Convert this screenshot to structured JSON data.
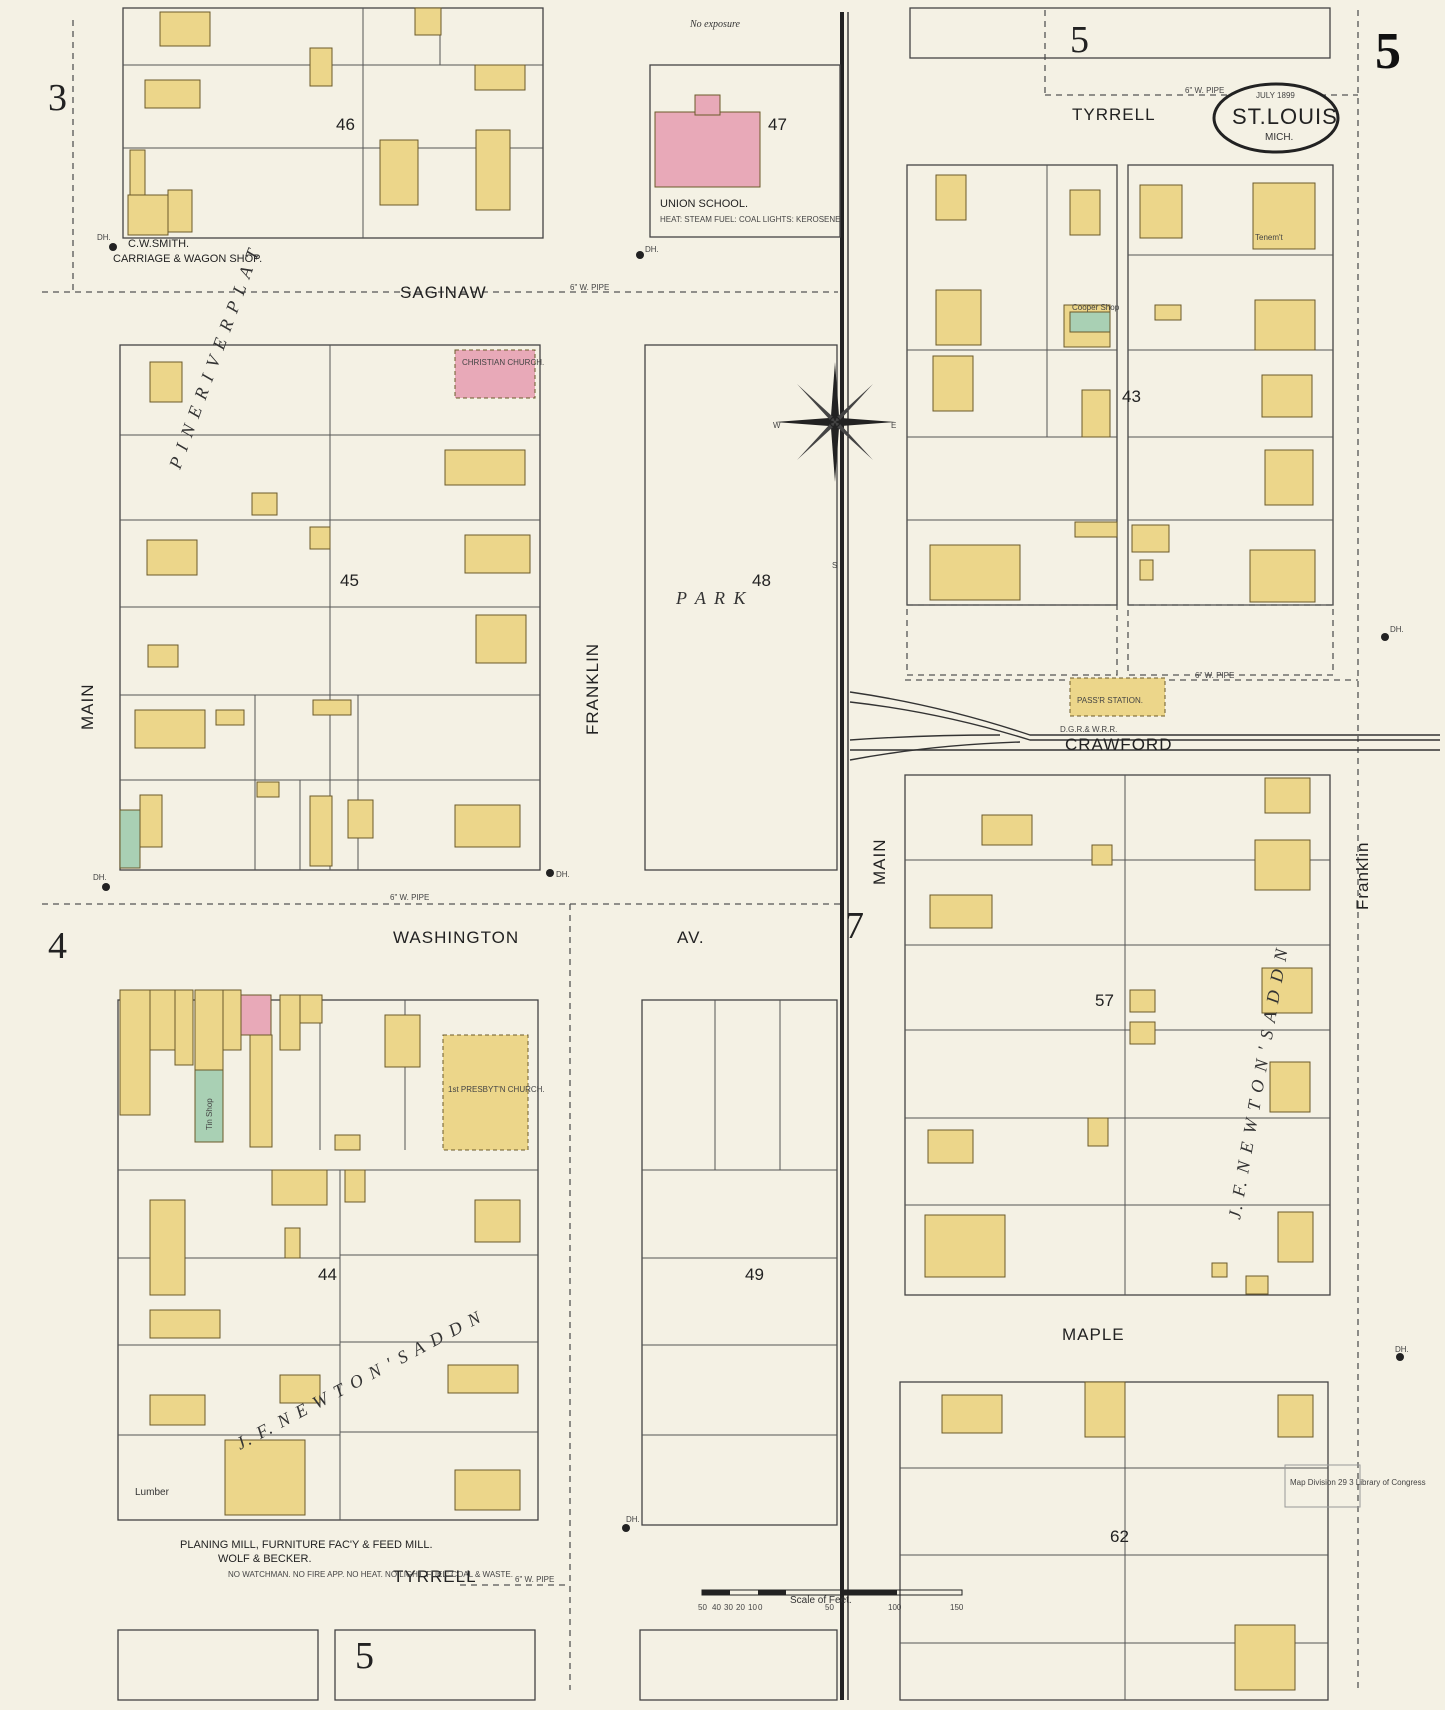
{
  "sheet": {
    "number": "5",
    "title_city": "ST.LOUIS",
    "title_state": "MICH.",
    "date": "JULY 1899",
    "adjacent_sheets": [
      "3",
      "4",
      "5",
      "5",
      "7"
    ]
  },
  "colors": {
    "paper": "#f4f1e4",
    "frame_dwelling": "#ecd68a",
    "brick": "#e8a9b8",
    "stone_iron": "#a9d0b4",
    "line": "#444444"
  },
  "streets": {
    "saginaw": "SAGINAW",
    "tyrrell_top": "TYRRELL",
    "tyrrell_bottom": "TYRRELL",
    "washington": "WASHINGTON",
    "av": "AV.",
    "crawford": "CRAWFORD",
    "maple": "MAPLE",
    "main_left": "MAIN",
    "main_right": "MAIN",
    "franklin_mid": "FRANKLIN",
    "franklin_right": "Franklin"
  },
  "blocks": {
    "b43": "43",
    "b44": "44",
    "b45": "45",
    "b46": "46",
    "b47": "47",
    "b48": "48",
    "b49": "49",
    "b57": "57",
    "b62": "62"
  },
  "labels": {
    "park": "P A R K",
    "no_exposure": "No exposure",
    "union_school": "UNION SCHOOL.",
    "union_school_note": "HEAT: STEAM  FUEL: COAL  LIGHTS: KEROSENE",
    "christian_church": "CHRISTIAN CHURCH.",
    "presbyterian_church": "1st PRESBYT'N CHURCH.",
    "pass_station": "PASS'R STATION.",
    "railroad": "D.G.R.& W.R.R.",
    "cw_smith": "C.W.SMITH.",
    "carriage_shop": "CARRIAGE & WAGON SHOP.",
    "tin_shop": "Tin Shop",
    "lumber": "Lumber",
    "planing_mill": "PLANING MILL, FURNITURE FAC'Y & FEED MILL.",
    "wolf_becker": "WOLF & BECKER.",
    "mill_notes": "NO WATCHMAN. NO FIRE APP. NO HEAT. NO LIGHT. FUEL: COAL & WASTE.",
    "tenement": "Tenem't",
    "cooper_shop": "Cooper Shop",
    "scale_title": "Scale of Feet.",
    "scale_ticks": [
      "50",
      "40",
      "30",
      "20",
      "10",
      "0",
      "50",
      "100",
      "150"
    ],
    "compass_w": "W",
    "compass_e": "E",
    "compass_s": "S",
    "pipe": "6\" W. PIPE",
    "library_stamp": "Map Division  29 3  Library of Congress",
    "dh": "DH."
  },
  "additions": {
    "pine_river_plat": "P I N E   R I V E R   P L A T",
    "newtons_addn_right": "J. F.  N E W T O N ' S   A D D N",
    "newtons_addn_left": "J. F.  N E W T O N ' S   A D D N"
  }
}
